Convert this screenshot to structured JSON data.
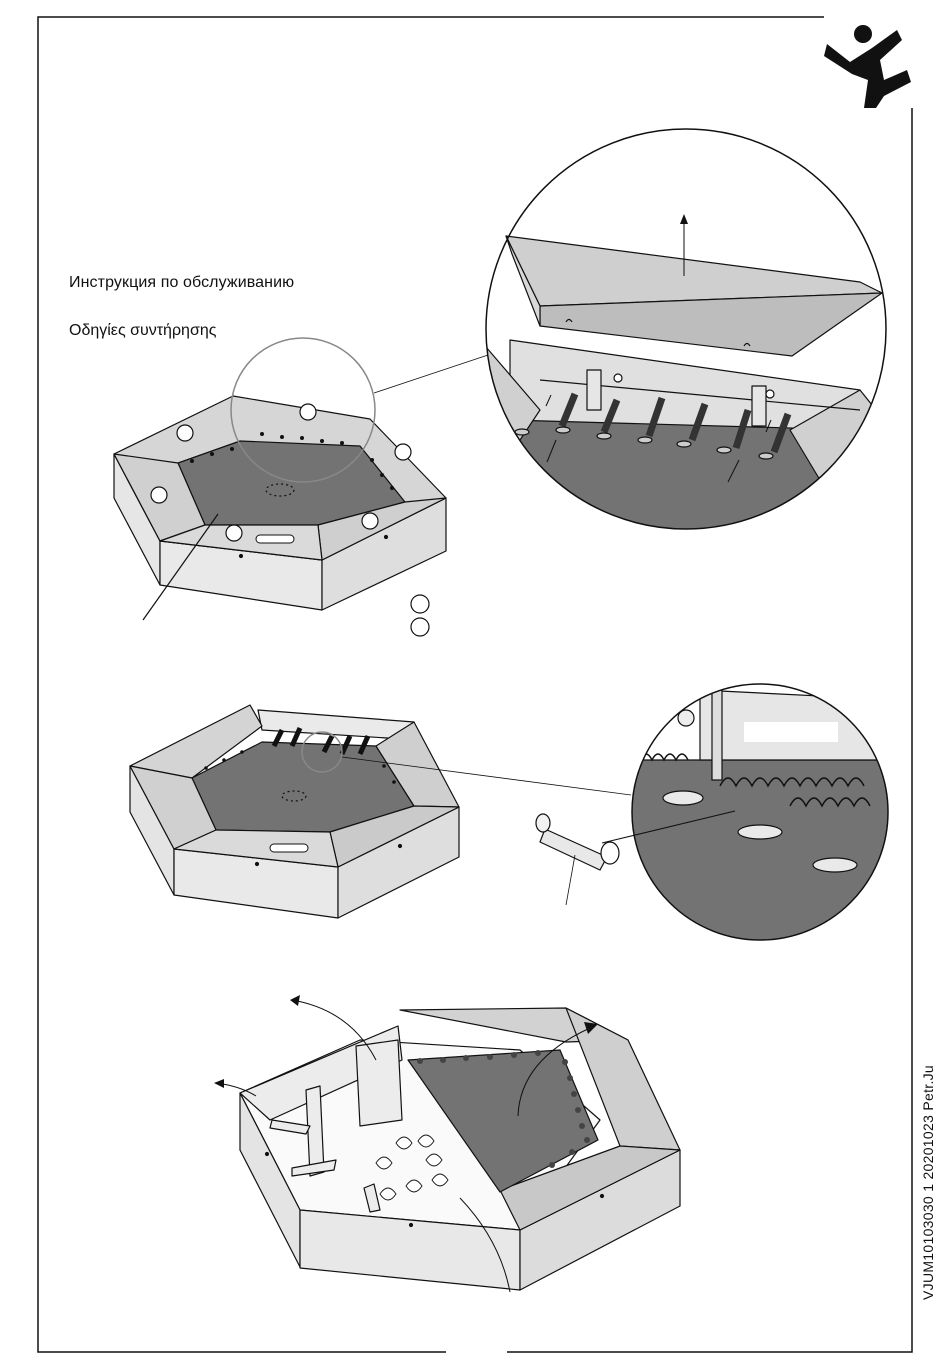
{
  "manual": {
    "instruction_ru": "Инструкция по обслуживанию",
    "instruction_el": "Οδηγίες συντήρησης",
    "doc_code": "VJUM10103030 1 20201023 Petr.Ju"
  },
  "logo": {
    "icon": "jumping-figure-icon"
  },
  "figures": [
    {
      "name": "step-1-remove-top-pads",
      "icons": [
        "lift-arrow-icon",
        "screw-icon"
      ]
    },
    {
      "name": "step-2-unhook-springs",
      "icons": [
        "spring-tool-icon"
      ]
    },
    {
      "name": "step-3-open-mat",
      "icons": [
        "rotate-arrow-icon",
        "leaf-icon"
      ]
    }
  ],
  "colors": {
    "frame": "#d9d9d9",
    "mat": "#737373",
    "line": "#111111"
  }
}
